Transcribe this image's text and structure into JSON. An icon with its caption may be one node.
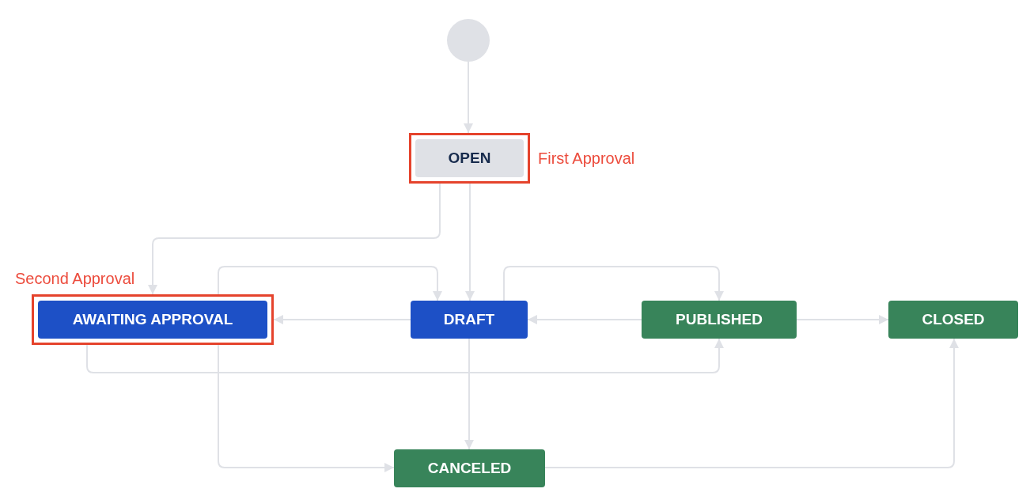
{
  "diagram": {
    "nodes": [
      {
        "text": [],
        "shape": "circle"
      },
      {
        "text": [
          "OPEN"
        ],
        "beside": [
          "First Approval"
        ]
      },
      {
        "text": [
          "AWAITING APPROVAL"
        ],
        "beside": [
          "Second Approval"
        ]
      },
      {
        "text": [
          "DRAFT"
        ]
      },
      {
        "text": [
          "PUBLISHED"
        ]
      },
      {
        "text": [
          "CLOSED"
        ]
      },
      {
        "text": [
          "CANCELED"
        ]
      }
    ],
    "edges": [
      {
        "from": 0,
        "to": 1,
        "arrow": "to"
      },
      {
        "from": 1,
        "to": 2,
        "arrow": "to"
      },
      {
        "from": 1,
        "to": 3,
        "arrow": "to"
      },
      {
        "from": 2,
        "to": 3,
        "arrow": "to"
      },
      {
        "from": 3,
        "to": 2,
        "arrow": "to"
      },
      {
        "from": 3,
        "to": 4,
        "arrow": "to"
      },
      {
        "from": 4,
        "to": 3,
        "arrow": "to"
      },
      {
        "from": 4,
        "to": 5,
        "arrow": "to"
      },
      {
        "from": 2,
        "to": 4,
        "arrow": "to"
      },
      {
        "from": 2,
        "to": 6,
        "arrow": "to"
      },
      {
        "from": 3,
        "to": 6,
        "arrow": "to"
      },
      {
        "from": 6,
        "to": 5,
        "arrow": "to"
      }
    ]
  }
}
